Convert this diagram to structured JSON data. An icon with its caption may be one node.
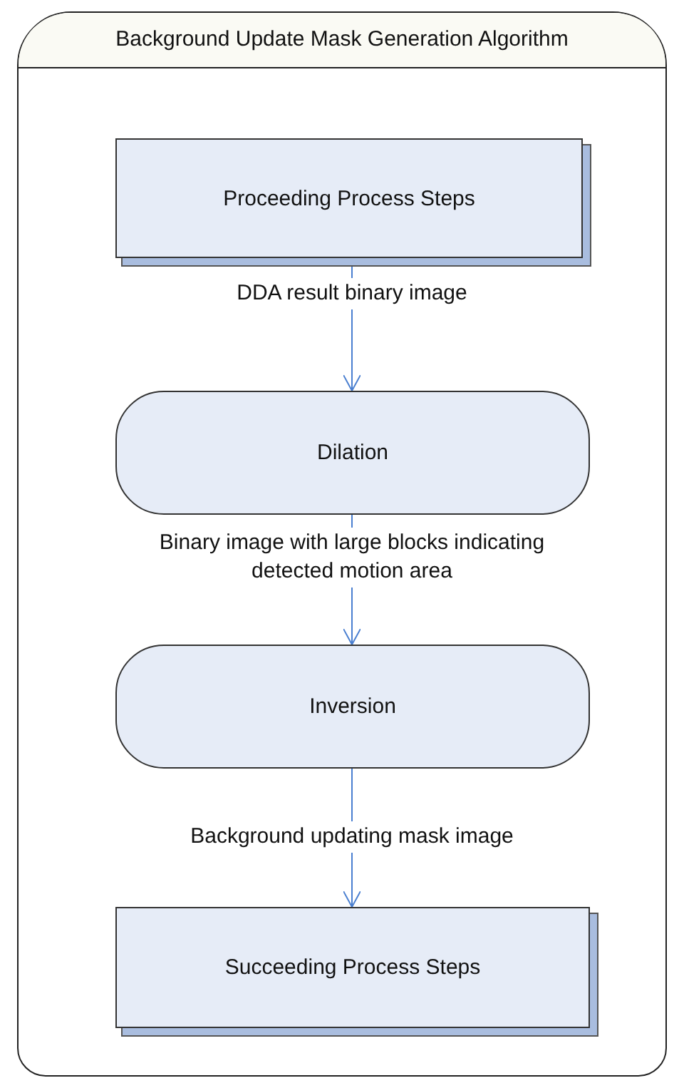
{
  "diagram": {
    "nodes": [
      {
        "text": [
          "Background Update Mask Generation Algorithm"
        ]
      },
      {
        "text": [
          "Proceeding Process Steps"
        ],
        "in": 0
      },
      {
        "text": [
          "Dilation"
        ],
        "in": 0
      },
      {
        "text": [
          "Inversion"
        ],
        "in": 0
      },
      {
        "text": [
          "Succeeding Process Steps"
        ],
        "in": 0
      }
    ],
    "edges": [
      {
        "from": 1,
        "to": 2,
        "arrow": "to",
        "label": "DDA result binary image"
      },
      {
        "from": 2,
        "to": 3,
        "arrow": "to",
        "label": "Binary image with large blocks indicating detected motion area"
      },
      {
        "from": 3,
        "to": 4,
        "arrow": "to",
        "label": "Background updating mask image"
      }
    ]
  }
}
